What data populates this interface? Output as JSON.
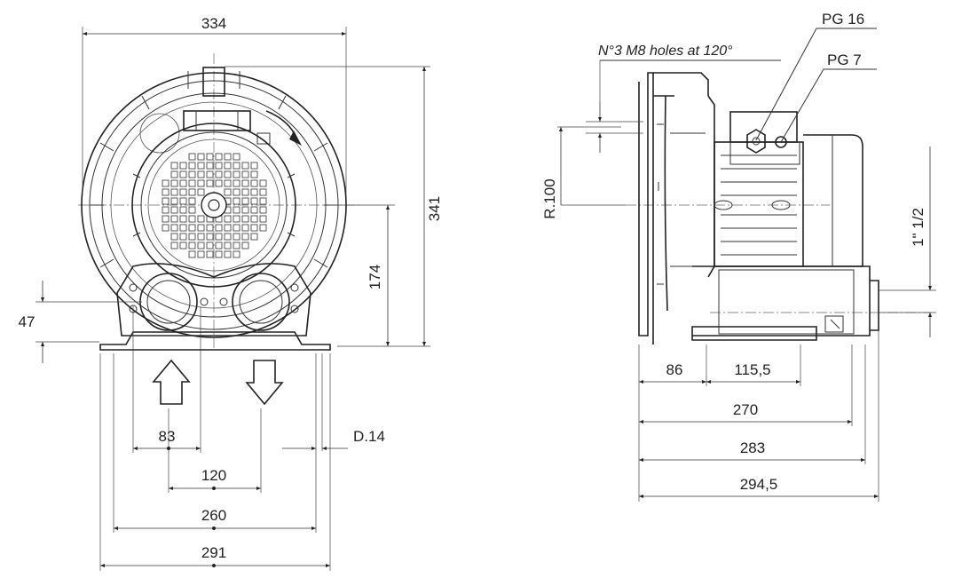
{
  "front_view": {
    "dim_width_top": "334",
    "dim_height_total": "341",
    "dim_axis_height": "174",
    "dim_foot_height": "47",
    "dim_port_offset": "83",
    "dim_port_spacing": "120",
    "dim_slot": "D.14",
    "dim_holes_spacing": "260",
    "dim_base_width": "291"
  },
  "side_view": {
    "label_cable_gland_large": "PG 16",
    "label_cable_gland_small": "PG 7",
    "note_mounting_holes": "N°3 M8 holes at 120°",
    "dim_radius": "R.100",
    "dim_thread": "1\" 1/2",
    "dim_foot_front": "86",
    "dim_foot_span": "115,5",
    "dim_length_body": "270",
    "dim_length_flange": "283",
    "dim_length_total": "294,5"
  }
}
